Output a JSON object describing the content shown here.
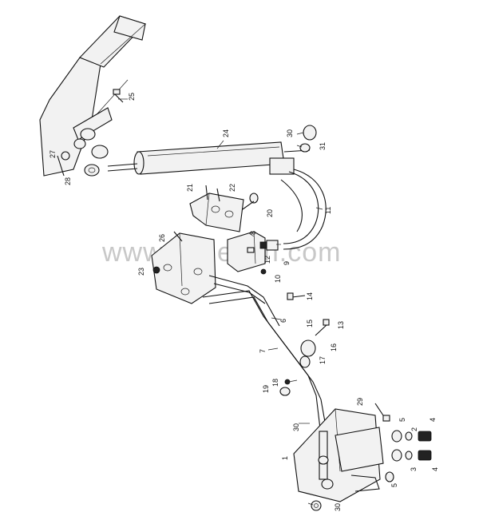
{
  "watermark": "www.croleknh.com",
  "callouts": [
    {
      "id": "c25",
      "text": "25"
    },
    {
      "id": "c24",
      "text": "24"
    },
    {
      "id": "c30a",
      "text": "30"
    },
    {
      "id": "c31",
      "text": "31"
    },
    {
      "id": "c27",
      "text": "27"
    },
    {
      "id": "c28",
      "text": "28"
    },
    {
      "id": "c21",
      "text": "21"
    },
    {
      "id": "c22",
      "text": "22"
    },
    {
      "id": "c20",
      "text": "20"
    },
    {
      "id": "c11",
      "text": "11"
    },
    {
      "id": "c8",
      "text": "8"
    },
    {
      "id": "c26",
      "text": "26"
    },
    {
      "id": "c9",
      "text": "9"
    },
    {
      "id": "c10",
      "text": "10"
    },
    {
      "id": "c12",
      "text": "12"
    },
    {
      "id": "c23",
      "text": "23"
    },
    {
      "id": "c14",
      "text": "14"
    },
    {
      "id": "c6",
      "text": "6"
    },
    {
      "id": "c15",
      "text": "15"
    },
    {
      "id": "c13",
      "text": "13"
    },
    {
      "id": "c7",
      "text": "7"
    },
    {
      "id": "c16",
      "text": "16"
    },
    {
      "id": "c17",
      "text": "17"
    },
    {
      "id": "c19",
      "text": "19"
    },
    {
      "id": "c18",
      "text": "18"
    },
    {
      "id": "c29",
      "text": "29"
    },
    {
      "id": "c30b",
      "text": "30"
    },
    {
      "id": "c5a",
      "text": "5"
    },
    {
      "id": "c4a",
      "text": "4"
    },
    {
      "id": "c2",
      "text": "2"
    },
    {
      "id": "c1",
      "text": "1"
    },
    {
      "id": "c3",
      "text": "3"
    },
    {
      "id": "c5b",
      "text": "5"
    },
    {
      "id": "c4b",
      "text": "4"
    },
    {
      "id": "c30c",
      "text": "30"
    }
  ]
}
